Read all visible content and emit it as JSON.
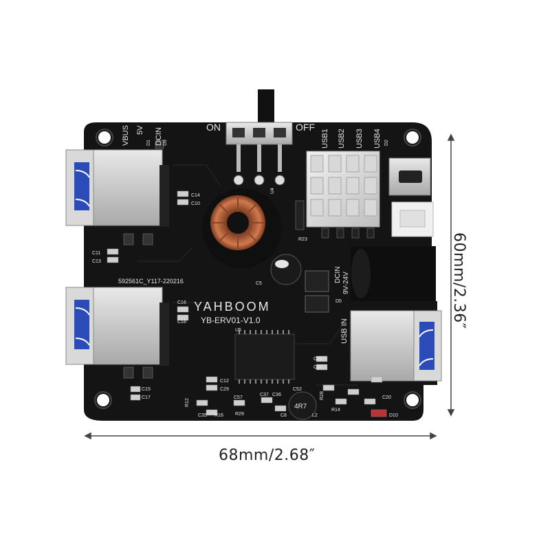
{
  "dimensions": {
    "width_label": "68mm/2.68″",
    "height_label": "60mm/2.36″"
  },
  "board": {
    "brand": "YAHBOOM",
    "model": "YB-ERV01-V1.0",
    "serial": "592561C_Y117-220216",
    "switch_on": "ON",
    "switch_off": "OFF",
    "vbus": "VBUS",
    "v5": "5V",
    "dcin": "DCIN",
    "usb1": "USB1",
    "usb2": "USB2",
    "usb3": "USB3",
    "usb4": "USB4",
    "dcin_range_1": "DCIN",
    "dcin_range_2": "9V-24V",
    "usb_in": "USB IN",
    "inductor": "4R7",
    "labels": [
      "C14",
      "C10",
      "C11",
      "C13",
      "C16",
      "C18",
      "C5",
      "C12",
      "C29",
      "C21",
      "C25",
      "C20",
      "D9",
      "D1",
      "D2",
      "D5",
      "D10",
      "U5",
      "U4",
      "R23",
      "R14",
      "R12",
      "R16",
      "R29",
      "R28",
      "C35",
      "C37",
      "C36",
      "C57",
      "C52",
      "C8",
      "L2",
      "C15",
      "C17"
    ]
  },
  "colors": {
    "pcb": "#141414",
    "silkscreen": "#e8e8e8",
    "usb_metal": "#cfcfcf",
    "usb_blue": "#2a4bb8",
    "copper": "#c9724a"
  }
}
